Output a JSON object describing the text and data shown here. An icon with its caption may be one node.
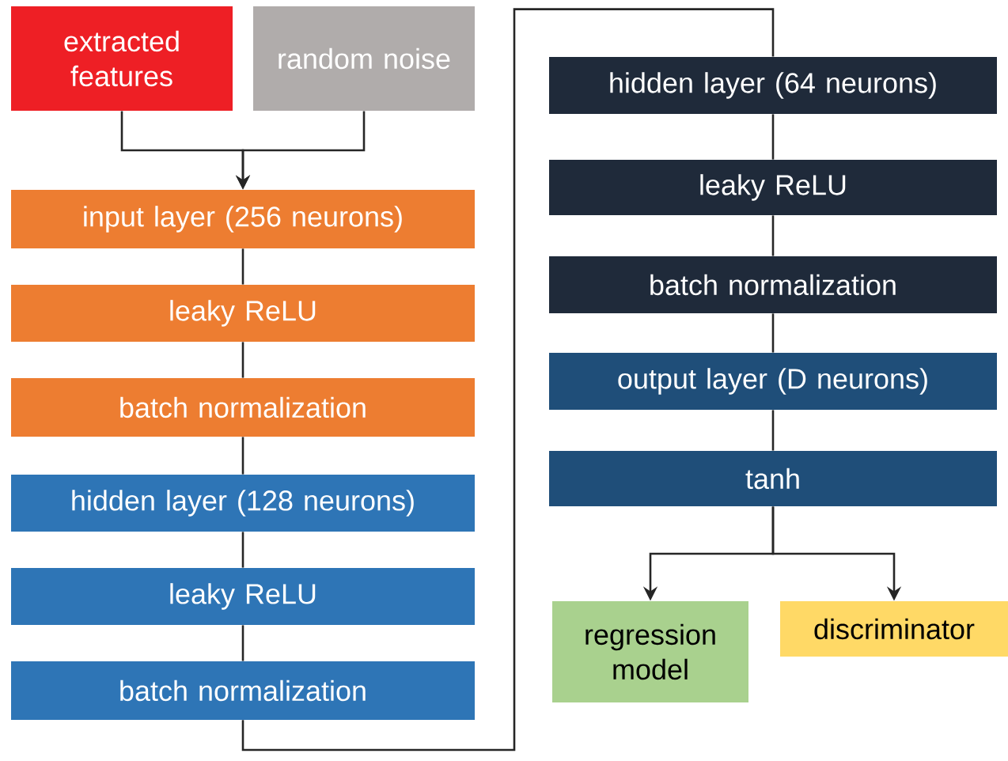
{
  "diagram": {
    "nodes": [
      {
        "text": [
          "extracted features"
        ]
      },
      {
        "text": [
          "random noise"
        ]
      },
      {
        "text": [
          "input layer (256 neurons)"
        ]
      },
      {
        "text": [
          "leaky ReLU"
        ]
      },
      {
        "text": [
          "batch normalization"
        ]
      },
      {
        "text": [
          "hidden layer (128 neurons)"
        ]
      },
      {
        "text": [
          "leaky ReLU"
        ]
      },
      {
        "text": [
          "batch normalization"
        ]
      },
      {
        "text": [
          "hidden layer (64 neurons)"
        ]
      },
      {
        "text": [
          "leaky ReLU"
        ]
      },
      {
        "text": [
          "batch normalization"
        ]
      },
      {
        "text": [
          "output layer (D neurons)"
        ]
      },
      {
        "text": [
          "tanh"
        ]
      },
      {
        "text": [
          "regression model"
        ]
      },
      {
        "text": [
          "discriminator"
        ]
      }
    ],
    "edges": [
      {
        "from": 0,
        "to": 2,
        "arrow": "to"
      },
      {
        "from": 1,
        "to": 2,
        "arrow": "to"
      },
      {
        "from": 2,
        "to": 3,
        "arrow": "none"
      },
      {
        "from": 3,
        "to": 4,
        "arrow": "none"
      },
      {
        "from": 4,
        "to": 5,
        "arrow": "none"
      },
      {
        "from": 5,
        "to": 6,
        "arrow": "none"
      },
      {
        "from": 6,
        "to": 7,
        "arrow": "none"
      },
      {
        "from": 7,
        "to": 8,
        "arrow": "none"
      },
      {
        "from": 8,
        "to": 9,
        "arrow": "none"
      },
      {
        "from": 9,
        "to": 10,
        "arrow": "none"
      },
      {
        "from": 10,
        "to": 11,
        "arrow": "none"
      },
      {
        "from": 11,
        "to": 12,
        "arrow": "none"
      },
      {
        "from": 12,
        "to": 13,
        "arrow": "to"
      },
      {
        "from": 12,
        "to": 14,
        "arrow": "to"
      }
    ]
  }
}
